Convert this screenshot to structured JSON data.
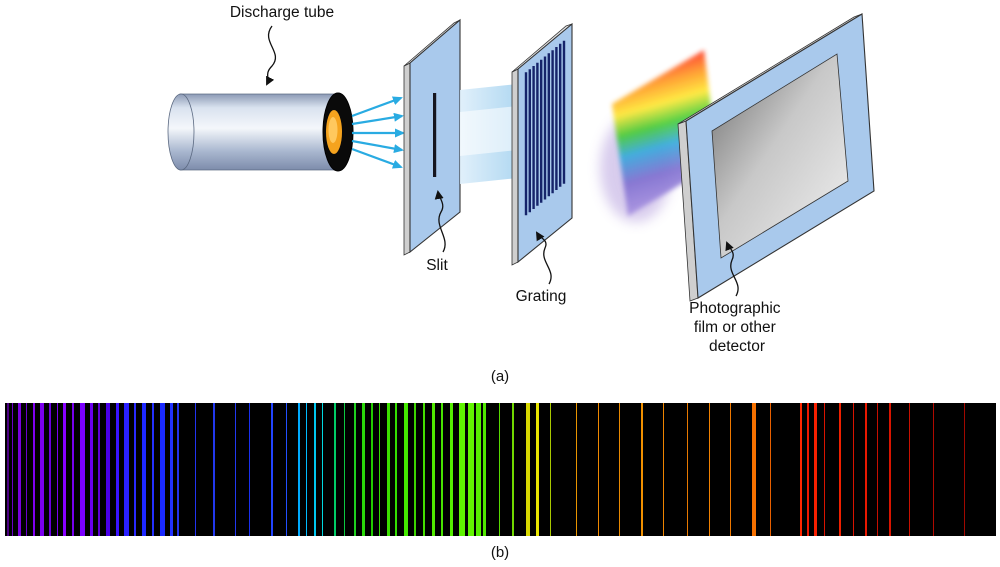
{
  "figure": {
    "caption_a": "(a)",
    "caption_b": "(b)"
  },
  "labels": {
    "discharge_tube": "Discharge tube",
    "slit": "Slit",
    "grating": "Grating",
    "film_line1": "Photographic",
    "film_line2": "film or other",
    "film_line3": "detector"
  },
  "palette": {
    "panel_blue": "#a9c9ec",
    "panel_edge_gray": "#cfcfcf",
    "arrow_cyan": "#29abe2",
    "tube_glow_orange": "#f5a31e",
    "grating_line_navy": "#16246a",
    "spectrum_background": "#000000"
  },
  "grating": {
    "line_count": 11,
    "line_color": "#16246a"
  },
  "spectrum": {
    "background": "#000000",
    "lines": [
      {
        "p": 0.2,
        "w": 2,
        "c": "#4b0082"
      },
      {
        "p": 0.7,
        "w": 1,
        "c": "#6a00c8"
      },
      {
        "p": 1.3,
        "w": 3,
        "c": "#7a00e0"
      },
      {
        "p": 2.1,
        "w": 1,
        "c": "#6a00d0"
      },
      {
        "p": 2.8,
        "w": 2,
        "c": "#8000f0"
      },
      {
        "p": 3.5,
        "w": 4,
        "c": "#7a00ee"
      },
      {
        "p": 4.4,
        "w": 2,
        "c": "#6a00dd"
      },
      {
        "p": 5.2,
        "w": 1,
        "c": "#7a00ee"
      },
      {
        "p": 5.9,
        "w": 3,
        "c": "#8800ff"
      },
      {
        "p": 6.8,
        "w": 2,
        "c": "#7700ee"
      },
      {
        "p": 7.6,
        "w": 5,
        "c": "#7a00ff"
      },
      {
        "p": 8.6,
        "w": 3,
        "c": "#6a00ee"
      },
      {
        "p": 9.4,
        "w": 2,
        "c": "#5c00d8"
      },
      {
        "p": 10.2,
        "w": 4,
        "c": "#4a00e8"
      },
      {
        "p": 11.2,
        "w": 3,
        "c": "#3a14ff"
      },
      {
        "p": 12.0,
        "w": 5,
        "c": "#2a20ff"
      },
      {
        "p": 13.0,
        "w": 2,
        "c": "#2a2aff"
      },
      {
        "p": 13.8,
        "w": 4,
        "c": "#1e28ff"
      },
      {
        "p": 14.8,
        "w": 2,
        "c": "#2430ff"
      },
      {
        "p": 15.6,
        "w": 5,
        "c": "#1a2aff"
      },
      {
        "p": 16.6,
        "w": 3,
        "c": "#2233ff"
      },
      {
        "p": 17.4,
        "w": 2,
        "c": "#2233ee"
      },
      {
        "p": 19.2,
        "w": 1,
        "c": "#2233ee"
      },
      {
        "p": 21.0,
        "w": 2,
        "c": "#2238ee"
      },
      {
        "p": 23.2,
        "w": 1,
        "c": "#2238ee"
      },
      {
        "p": 24.6,
        "w": 1,
        "c": "#1a30ee"
      },
      {
        "p": 26.8,
        "w": 2,
        "c": "#2244ff"
      },
      {
        "p": 28.4,
        "w": 1,
        "c": "#2250ff"
      },
      {
        "p": 29.6,
        "w": 2,
        "c": "#00aaff"
      },
      {
        "p": 30.4,
        "w": 1,
        "c": "#00bbff"
      },
      {
        "p": 31.2,
        "w": 2,
        "c": "#00c8f0"
      },
      {
        "p": 32.0,
        "w": 1,
        "c": "#00d8e0"
      },
      {
        "p": 33.2,
        "w": 2,
        "c": "#00cc66"
      },
      {
        "p": 34.2,
        "w": 1,
        "c": "#0cc840"
      },
      {
        "p": 35.2,
        "w": 2,
        "c": "#1ed01e"
      },
      {
        "p": 36.0,
        "w": 3,
        "c": "#2ad80a"
      },
      {
        "p": 36.9,
        "w": 2,
        "c": "#22cc00"
      },
      {
        "p": 37.7,
        "w": 1,
        "c": "#33dd00"
      },
      {
        "p": 38.5,
        "w": 3,
        "c": "#3ce000"
      },
      {
        "p": 39.4,
        "w": 2,
        "c": "#33dd00"
      },
      {
        "p": 40.3,
        "w": 4,
        "c": "#44e800"
      },
      {
        "p": 41.3,
        "w": 2,
        "c": "#3cd400"
      },
      {
        "p": 42.2,
        "w": 2,
        "c": "#44dd00"
      },
      {
        "p": 43.1,
        "w": 3,
        "c": "#50e800"
      },
      {
        "p": 44.0,
        "w": 2,
        "c": "#48e400"
      },
      {
        "p": 44.9,
        "w": 3,
        "c": "#55ee00"
      },
      {
        "p": 45.8,
        "w": 6,
        "c": "#5ff200"
      },
      {
        "p": 46.7,
        "w": 6,
        "c": "#62f400"
      },
      {
        "p": 47.5,
        "w": 5,
        "c": "#58ee00"
      },
      {
        "p": 48.2,
        "w": 3,
        "c": "#50e600"
      },
      {
        "p": 49.8,
        "w": 1,
        "c": "#58d800"
      },
      {
        "p": 51.2,
        "w": 2,
        "c": "#70d800"
      },
      {
        "p": 52.6,
        "w": 4,
        "c": "#d8d800"
      },
      {
        "p": 53.6,
        "w": 3,
        "c": "#e8e400"
      },
      {
        "p": 55.0,
        "w": 1,
        "c": "#a8c800"
      },
      {
        "p": 57.6,
        "w": 1,
        "c": "#e89400"
      },
      {
        "p": 59.8,
        "w": 1,
        "c": "#f08800"
      },
      {
        "p": 62.0,
        "w": 1,
        "c": "#e88800"
      },
      {
        "p": 64.2,
        "w": 2,
        "c": "#f09000"
      },
      {
        "p": 66.4,
        "w": 1,
        "c": "#ee8400"
      },
      {
        "p": 68.8,
        "w": 1,
        "c": "#e87800"
      },
      {
        "p": 71.0,
        "w": 1,
        "c": "#f08000"
      },
      {
        "p": 73.2,
        "w": 1,
        "c": "#ee7800"
      },
      {
        "p": 75.4,
        "w": 4,
        "c": "#f57000"
      },
      {
        "p": 77.2,
        "w": 1,
        "c": "#e86000"
      },
      {
        "p": 80.2,
        "w": 2,
        "c": "#ff2800"
      },
      {
        "p": 80.9,
        "w": 2,
        "c": "#ee1800"
      },
      {
        "p": 81.6,
        "w": 3,
        "c": "#f82000"
      },
      {
        "p": 82.6,
        "w": 1,
        "c": "#d81400"
      },
      {
        "p": 84.2,
        "w": 2,
        "c": "#ee2000"
      },
      {
        "p": 85.6,
        "w": 1,
        "c": "#d81400"
      },
      {
        "p": 86.8,
        "w": 2,
        "c": "#e81800"
      },
      {
        "p": 88.0,
        "w": 1,
        "c": "#c80e00"
      },
      {
        "p": 89.2,
        "w": 2,
        "c": "#d81400"
      },
      {
        "p": 91.2,
        "w": 1,
        "c": "#c81000"
      },
      {
        "p": 93.6,
        "w": 1,
        "c": "#b00a00"
      },
      {
        "p": 96.8,
        "w": 1,
        "c": "#a00800"
      }
    ]
  }
}
